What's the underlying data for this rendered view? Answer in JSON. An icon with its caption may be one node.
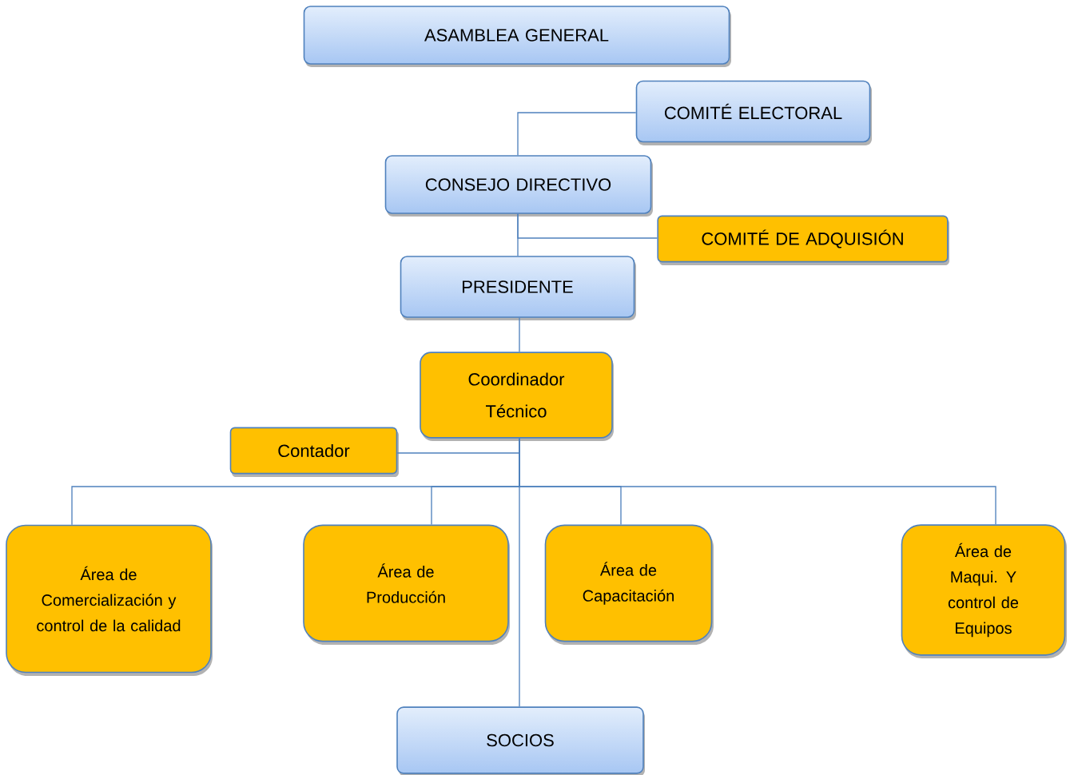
{
  "diagram": {
    "nodes": [
      {
        "text": [
          "ASAMBLEA GENERAL"
        ]
      },
      {
        "text": [
          "COMITÉ ELECTORAL"
        ]
      },
      {
        "text": [
          "CONSEJO DIRECTIVO"
        ]
      },
      {
        "text": [
          "COMITÉ DE ADQUISIÓN"
        ]
      },
      {
        "text": [
          "PRESIDENTE"
        ]
      },
      {
        "text": [
          "Coordinador Técnico"
        ]
      },
      {
        "text": [
          "Contador"
        ]
      },
      {
        "text": [
          "Área de Comercialización y control de la calidad"
        ]
      },
      {
        "text": [
          "Área de Producción"
        ]
      },
      {
        "text": [
          "Área de Capacitación"
        ]
      },
      {
        "text": [
          "Área de Maqui. Y control de Equipos"
        ]
      },
      {
        "text": [
          "SOCIOS"
        ]
      }
    ],
    "edges": [
      {
        "from": 1,
        "to": 2,
        "arrow": "none"
      },
      {
        "from": 2,
        "to": 4,
        "arrow": "none"
      },
      {
        "from": 2,
        "to": 3,
        "arrow": "none"
      },
      {
        "from": 4,
        "to": 5,
        "arrow": "none"
      },
      {
        "from": 5,
        "to": 6,
        "arrow": "none"
      },
      {
        "from": 5,
        "to": 7,
        "arrow": "none"
      },
      {
        "from": 5,
        "to": 8,
        "arrow": "none"
      },
      {
        "from": 5,
        "to": 9,
        "arrow": "none"
      },
      {
        "from": 5,
        "to": 10,
        "arrow": "none"
      },
      {
        "from": 5,
        "to": 11,
        "arrow": "none"
      }
    ]
  }
}
